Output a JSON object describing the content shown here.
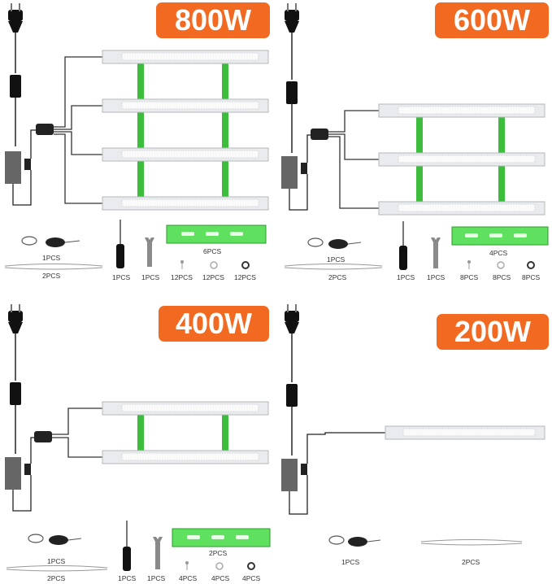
{
  "kits": [
    {
      "wattage": "800W",
      "bar_qty": "6PCS",
      "hanger_qty": "1PCS",
      "rope_qty": "2PCS",
      "screwdriver_qty": "1PCS",
      "wrench_qty": "1PCS",
      "screw_qty": "12PCS",
      "washer_qty": "12PCS",
      "nut_qty": "12PCS"
    },
    {
      "wattage": "600W",
      "bar_qty": "4PCS",
      "hanger_qty": "1PCS",
      "rope_qty": "2PCS",
      "screwdriver_qty": "1PCS",
      "wrench_qty": "1PCS",
      "screw_qty": "8PCS",
      "washer_qty": "8PCS",
      "nut_qty": "8PCS"
    },
    {
      "wattage": "400W",
      "bar_qty": "2PCS",
      "hanger_qty": "1PCS",
      "rope_qty": "2PCS",
      "screwdriver_qty": "1PCS",
      "wrench_qty": "1PCS",
      "screw_qty": "4PCS",
      "washer_qty": "4PCS",
      "nut_qty": "4PCS"
    },
    {
      "wattage": "200W",
      "hanger_qty": "1PCS",
      "rope_qty": "2PCS"
    }
  ],
  "colors": {
    "badge": "#f26a21",
    "connector_bar": "#3cbe3c",
    "light_panel": "#e9ebee"
  }
}
